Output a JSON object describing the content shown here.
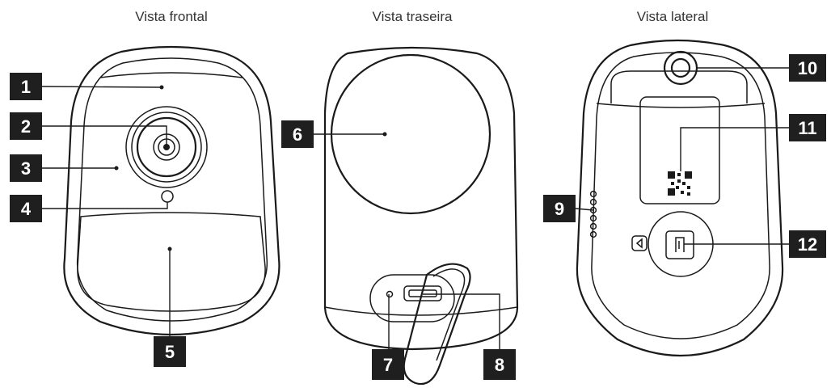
{
  "views": {
    "front": {
      "title": "Vista frontal"
    },
    "back": {
      "title": "Vista traseira"
    },
    "side": {
      "title": "Vista lateral"
    }
  },
  "callouts": [
    "1",
    "2",
    "3",
    "4",
    "5",
    "6",
    "7",
    "8",
    "9",
    "10",
    "11",
    "12"
  ],
  "icons": {
    "lens": "camera-lens-icon",
    "sensor": "light-sensor-icon",
    "pir": "motion-sensor-icon",
    "magnet": "magnetic-mount-icon",
    "reset": "reset-hole-icon",
    "usb": "usb-port-icon",
    "speaker": "speaker-holes-icon",
    "button": "power-button-icon",
    "qr": "qr-code-icon",
    "card": "sd-card-icon"
  },
  "colors": {
    "line": "#1a1a1a",
    "badge": "#1f1f1f",
    "badge_text": "#ffffff",
    "title": "#333333"
  }
}
